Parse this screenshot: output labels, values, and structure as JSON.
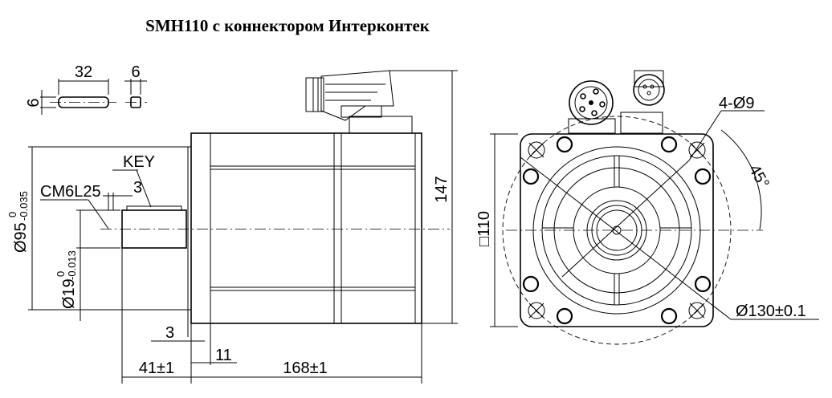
{
  "title": "SMH110  с коннектором Интерконтек",
  "key_view": {
    "length": "32",
    "height": "6",
    "width": "6"
  },
  "side_view": {
    "key_label": "KEY",
    "thread_label": "CM6L25",
    "key_offset": "3",
    "flange_diameter": "Ø95",
    "flange_tol_upper": "0",
    "flange_tol_lower": "-0.035",
    "shaft_diameter": "Ø19",
    "shaft_tol_upper": "0",
    "shaft_tol_lower": "-0.013",
    "total_height": "147",
    "flange_thickness": "3",
    "pilot_length": "11",
    "shaft_length": "41±1",
    "body_length": "168±1"
  },
  "front_view": {
    "mount_holes": "4-Ø9",
    "angle": "45°",
    "bolt_circle": "Ø130±0.1",
    "square_size": "□110"
  }
}
